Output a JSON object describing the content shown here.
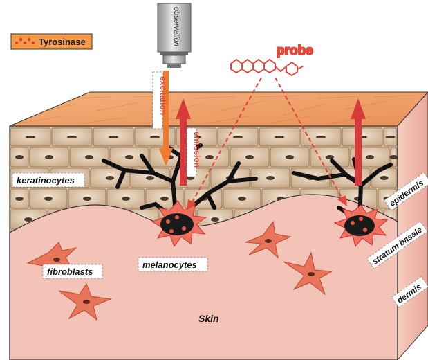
{
  "legend": {
    "label": "Tyrosinase",
    "color": "#f0863a"
  },
  "microscope": {
    "label": "observation"
  },
  "probe": {
    "label": "probe"
  },
  "arrows": {
    "excitation": "excitation",
    "emission": "emission"
  },
  "cells": {
    "keratinocytes": "keratinocytes",
    "fibroblasts": "fibroblasts",
    "melanocytes": "melanocytes"
  },
  "layers": {
    "epidermis": "epidermis",
    "stratum_basale": "stratum basale",
    "dermis": "dermis"
  },
  "tissue": {
    "label": "Skin"
  },
  "colors": {
    "accent_red": "#e0453a",
    "accent_orange": "#f0863a",
    "dermis_pink": "#f3c0b6",
    "keratinocyte_tan": "#d8bfa3",
    "stratum_corneum_orange": "#f2a86b"
  },
  "icons": [
    "microscope-objective-icon",
    "probe-molecule-icon",
    "fibroblast-cell-icon",
    "melanocyte-cell-icon"
  ]
}
